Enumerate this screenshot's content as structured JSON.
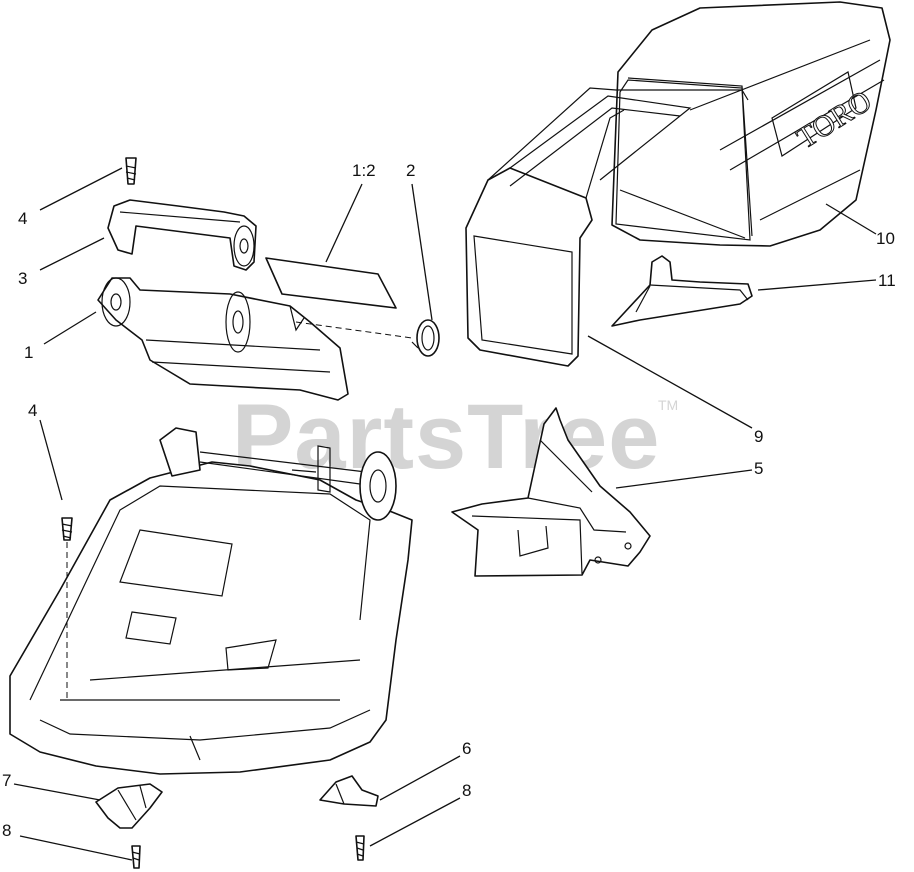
{
  "watermark": {
    "text": "PartsTree",
    "tm": "TM"
  },
  "brand_text": "TORO",
  "callouts": [
    {
      "id": "c4a",
      "label": "4"
    },
    {
      "id": "c3",
      "label": "3"
    },
    {
      "id": "c1",
      "label": "1"
    },
    {
      "id": "c12",
      "label": "1:2"
    },
    {
      "id": "c2",
      "label": "2"
    },
    {
      "id": "c10",
      "label": "10"
    },
    {
      "id": "c11",
      "label": "11"
    },
    {
      "id": "c9",
      "label": "9"
    },
    {
      "id": "c5",
      "label": "5"
    },
    {
      "id": "c4b",
      "label": "4"
    },
    {
      "id": "c6",
      "label": "6"
    },
    {
      "id": "c8a",
      "label": "8"
    },
    {
      "id": "c7",
      "label": "7"
    },
    {
      "id": "c8b",
      "label": "8"
    }
  ]
}
